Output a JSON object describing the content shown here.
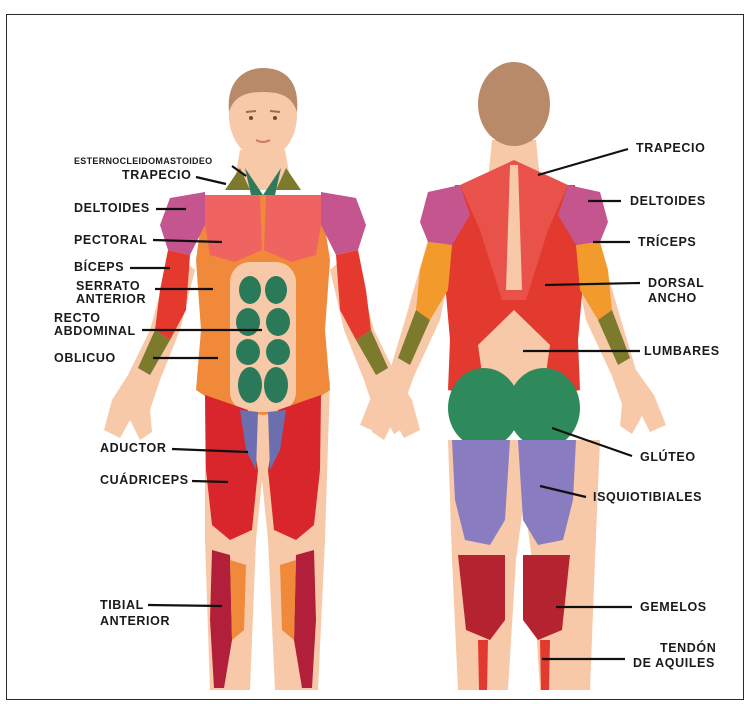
{
  "front_labels": {
    "esternocleidomastoideo": "ESTERNOCLEIDOMASTOIDEO",
    "trapecio": "TRAPECIO",
    "deltoides": "DELTOIDES",
    "pectoral": "PECTORAL",
    "biceps": "BÍCEPS",
    "serrato_1": "SERRATO",
    "serrato_2": "ANTERIOR",
    "recto_1": "RECTO",
    "recto_2": "ABDOMINAL",
    "oblicuo": "OBLICUO",
    "aductor": "ADUCTOR",
    "cuadriceps": "CUÁDRICEPS",
    "tibial_1": "TIBIAL",
    "tibial_2": "ANTERIOR"
  },
  "back_labels": {
    "trapecio": "TRAPECIO",
    "deltoides": "DELTOIDES",
    "triceps": "TRÍCEPS",
    "dorsal_1": "DORSAL",
    "dorsal_2": "ANCHO",
    "lumbares": "LUMBARES",
    "gluteo": "GLÚTEO",
    "isquiotibiales": "ISQUIOTIBIALES",
    "gemelos": "GEMELOS",
    "tendon_1": "TENDÓN",
    "tendon_2": "DE AQUILES"
  },
  "colors": {
    "skin": "#f7c9a8",
    "hair": "#b98a6a",
    "deltoid": "#c4558f",
    "pectoral": "#ef6461",
    "biceps": "#e5392d",
    "serratus": "#f08a3a",
    "abdominal": "#2a7a5a",
    "oblique": "#f0822a",
    "adductor": "#6b6fb0",
    "quadriceps": "#d8262c",
    "tibial": "#b11f3a",
    "trapezius": "#e8524a",
    "latissimus": "#e23a2e",
    "triceps": "#f39a2c",
    "gluteus": "#2e8a5a",
    "hamstring": "#8a7cc0",
    "calf": "#b4232f"
  }
}
